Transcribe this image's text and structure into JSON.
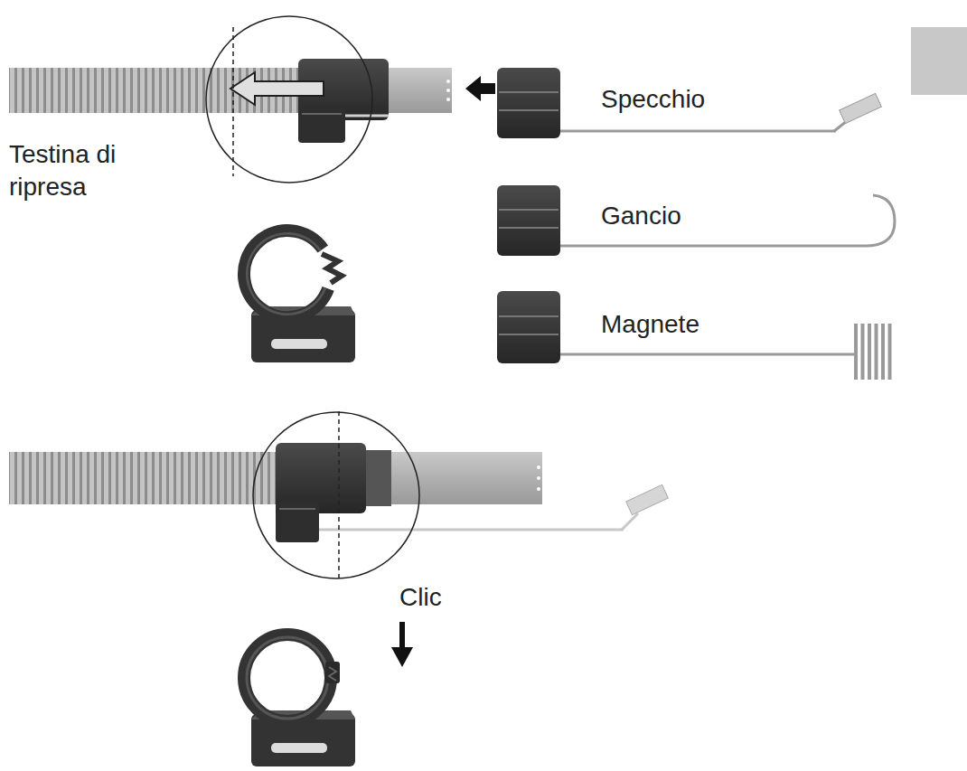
{
  "diagram": {
    "labels": [
      "Testina di ripresa",
      "Specchio",
      "Gancio",
      "Magnete",
      "Clic"
    ]
  }
}
